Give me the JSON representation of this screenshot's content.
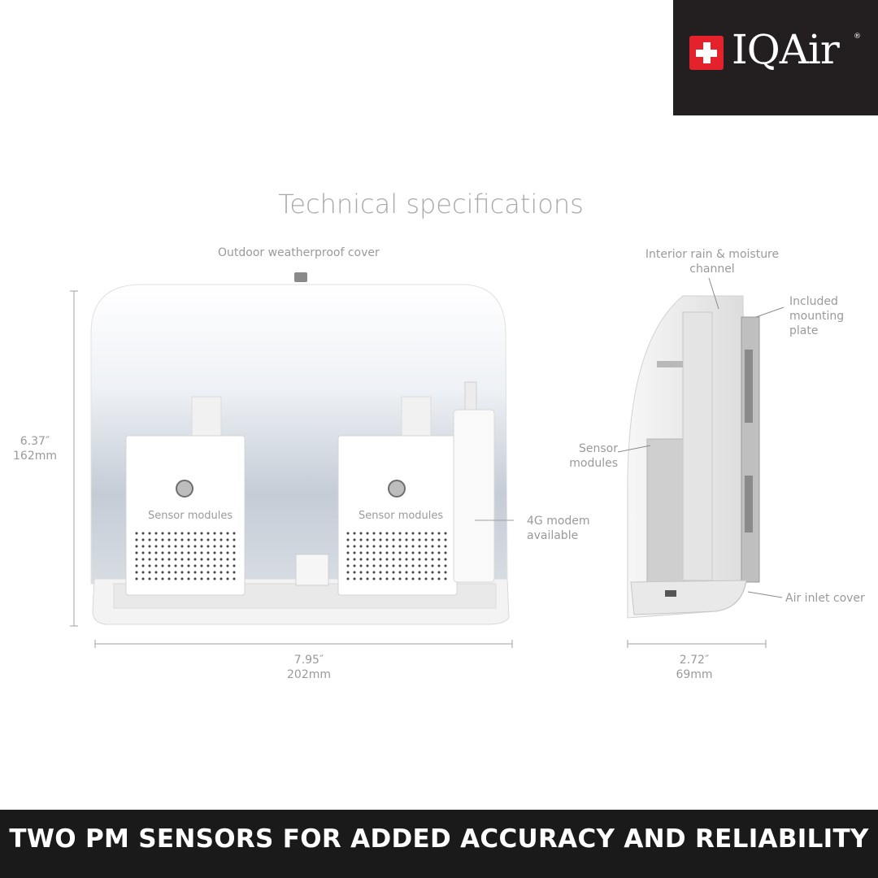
{
  "brand": {
    "name": "IQAir",
    "registered": "®"
  },
  "page_title": "Technical specifications",
  "labels": {
    "cover": "Outdoor weatherproof cover",
    "rain_channel": "Interior rain & moisture channel",
    "mounting_plate": "Included mounting plate",
    "sensor_modules_side": "Sensor modules",
    "sensor_module_left": "Sensor modules",
    "sensor_module_right": "Sensor modules",
    "modem": "4G modem available",
    "air_inlet": "Air inlet cover"
  },
  "dimensions": {
    "height_in": "6.37″",
    "height_mm": "162mm",
    "width_in": "7.95″",
    "width_mm": "202mm",
    "depth_in": "2.72″",
    "depth_mm": "69mm"
  },
  "banner": "TWO PM SENSORS FOR ADDED ACCURACY AND RELIABILITY",
  "colors": {
    "logo_bg": "#231f20",
    "swiss_red": "#e3222b",
    "banner_bg": "#1a1a1a"
  }
}
